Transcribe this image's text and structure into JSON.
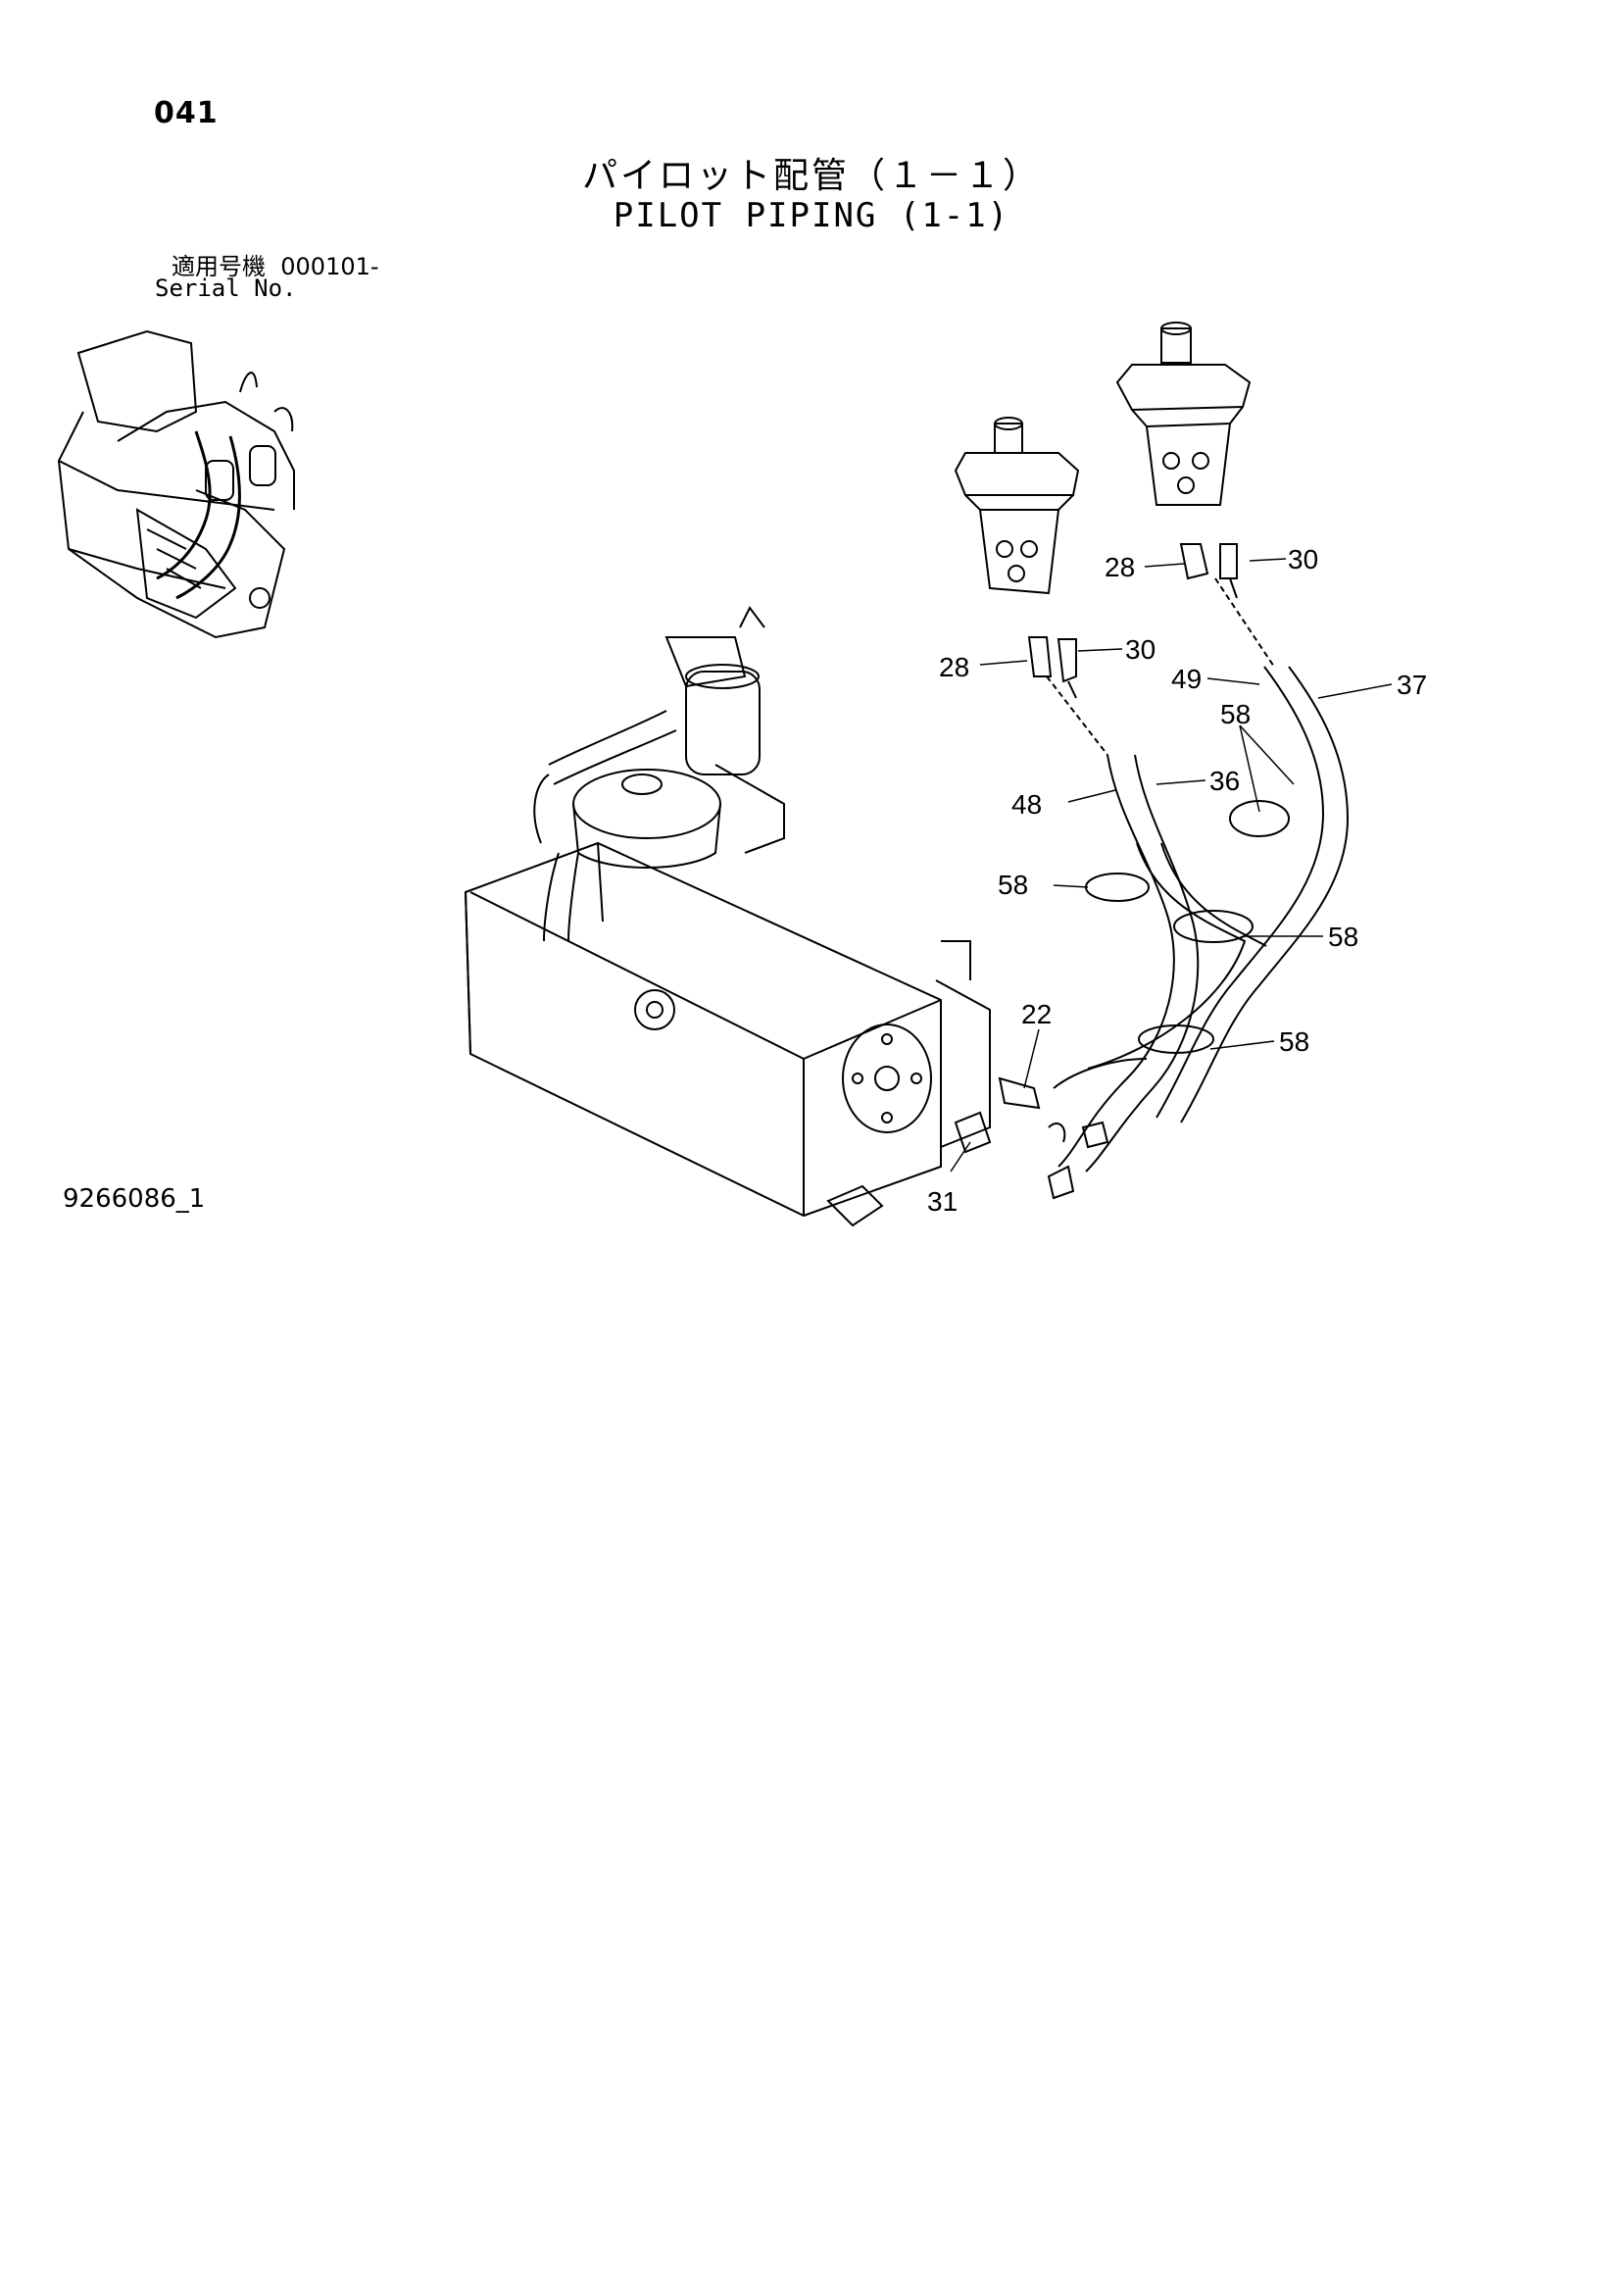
{
  "page_code": "041",
  "title_jp": "パイロット配管（１－１）",
  "title_en": "PILOT PIPING (1-1)",
  "serial": {
    "label_jp": "適用号機",
    "range": "000101-",
    "label_en": "Serial No."
  },
  "drawing_id": "9266086_1",
  "callouts": {
    "c28a": "28",
    "c30a": "30",
    "c28b": "28",
    "c30b": "30",
    "c49": "49",
    "c37": "37",
    "c58a": "58",
    "c36": "36",
    "c48": "48",
    "c58b": "58",
    "c58c": "58",
    "c22": "22",
    "c58d": "58",
    "c31": "31"
  },
  "colors": {
    "line": "#000000",
    "background": "#ffffff"
  }
}
